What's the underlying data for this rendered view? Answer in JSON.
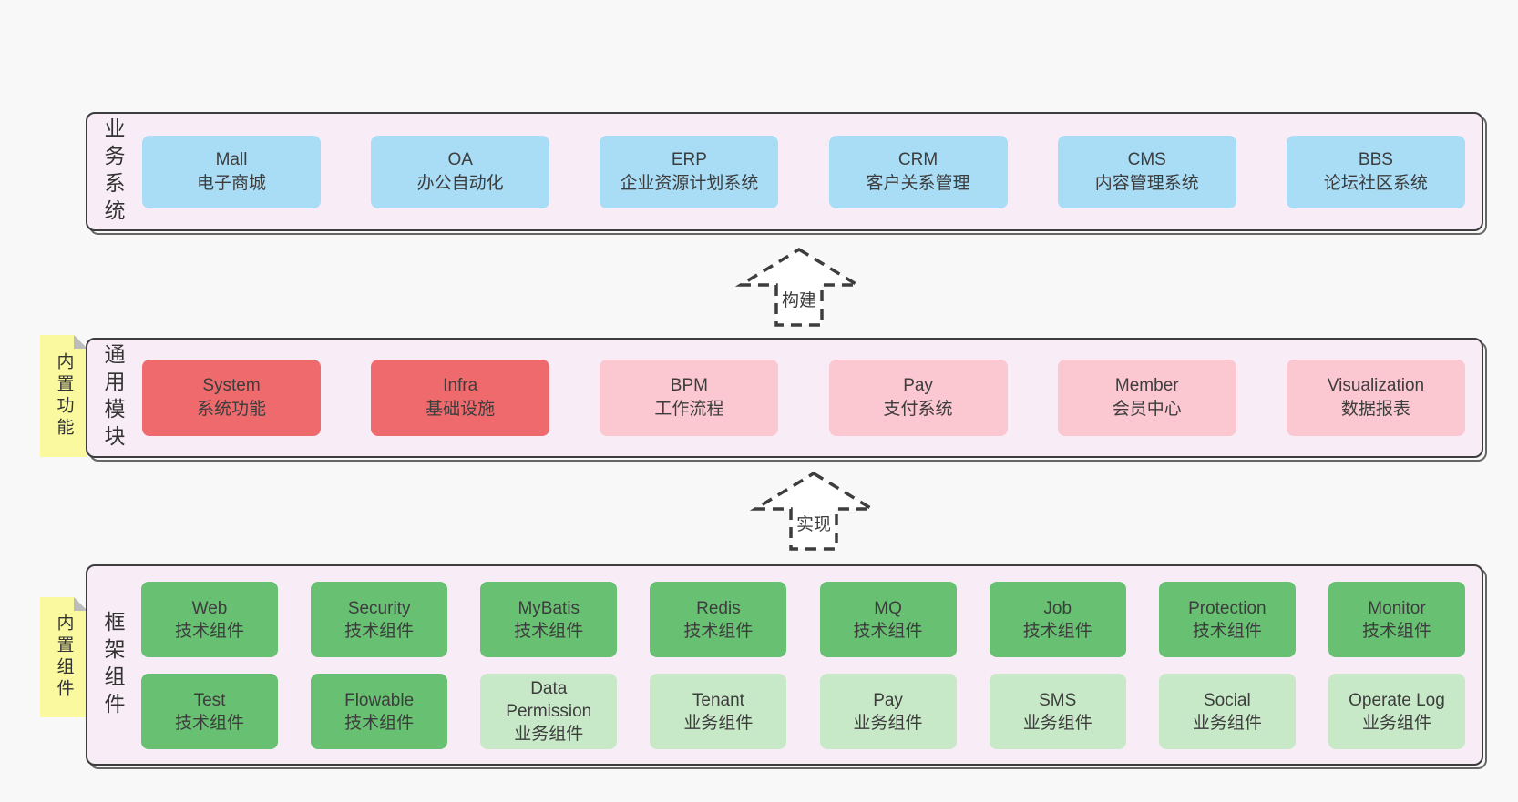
{
  "colors": {
    "page_bg": "#f8f8f8",
    "panel_bg": "#f8edf6",
    "panel_border": "#3d3d3d",
    "business_box": "#a9dcf5",
    "core_module_box": "#ee6a6d",
    "optional_module_box": "#fbc7d1",
    "tech_component_box": "#68c172",
    "biz_component_box": "#c8e9c8",
    "sticky_note": "#fbf9a0",
    "text": "#3d3d3d"
  },
  "arrows": [
    {
      "label": "构建"
    },
    {
      "label": "实现"
    }
  ],
  "panels": [
    {
      "label": "业务系统",
      "boxes": [
        {
          "name": "Mall",
          "desc": "电子商城"
        },
        {
          "name": "OA",
          "desc": "办公自动化"
        },
        {
          "name": "ERP",
          "desc": "企业资源计划系统"
        },
        {
          "name": "CRM",
          "desc": "客户关系管理"
        },
        {
          "name": "CMS",
          "desc": "内容管理系统"
        },
        {
          "name": "BBS",
          "desc": "论坛社区系统"
        }
      ]
    },
    {
      "label": "通用模块",
      "tab": "内置功能",
      "boxes": [
        {
          "name": "System",
          "desc": "系统功能"
        },
        {
          "name": "Infra",
          "desc": "基础设施"
        },
        {
          "name": "BPM",
          "desc": "工作流程"
        },
        {
          "name": "Pay",
          "desc": "支付系统"
        },
        {
          "name": "Member",
          "desc": "会员中心"
        },
        {
          "name": "Visualization",
          "desc": "数据报表"
        }
      ]
    },
    {
      "label": "框架组件",
      "tab": "内置组件",
      "rows": [
        [
          {
            "name": "Web",
            "desc": "技术组件"
          },
          {
            "name": "Security",
            "desc": "技术组件"
          },
          {
            "name": "MyBatis",
            "desc": "技术组件"
          },
          {
            "name": "Redis",
            "desc": "技术组件"
          },
          {
            "name": "MQ",
            "desc": "技术组件"
          },
          {
            "name": "Job",
            "desc": "技术组件"
          },
          {
            "name": "Protection",
            "desc": "技术组件"
          },
          {
            "name": "Monitor",
            "desc": "技术组件"
          }
        ],
        [
          {
            "name": "Test",
            "desc": "技术组件"
          },
          {
            "name": "Flowable",
            "desc": "技术组件"
          },
          {
            "name": "Data Permission",
            "desc": "业务组件"
          },
          {
            "name": "Tenant",
            "desc": "业务组件"
          },
          {
            "name": "Pay",
            "desc": "业务组件"
          },
          {
            "name": "SMS",
            "desc": "业务组件"
          },
          {
            "name": "Social",
            "desc": "业务组件"
          },
          {
            "name": "Operate Log",
            "desc": "业务组件"
          }
        ]
      ]
    }
  ]
}
